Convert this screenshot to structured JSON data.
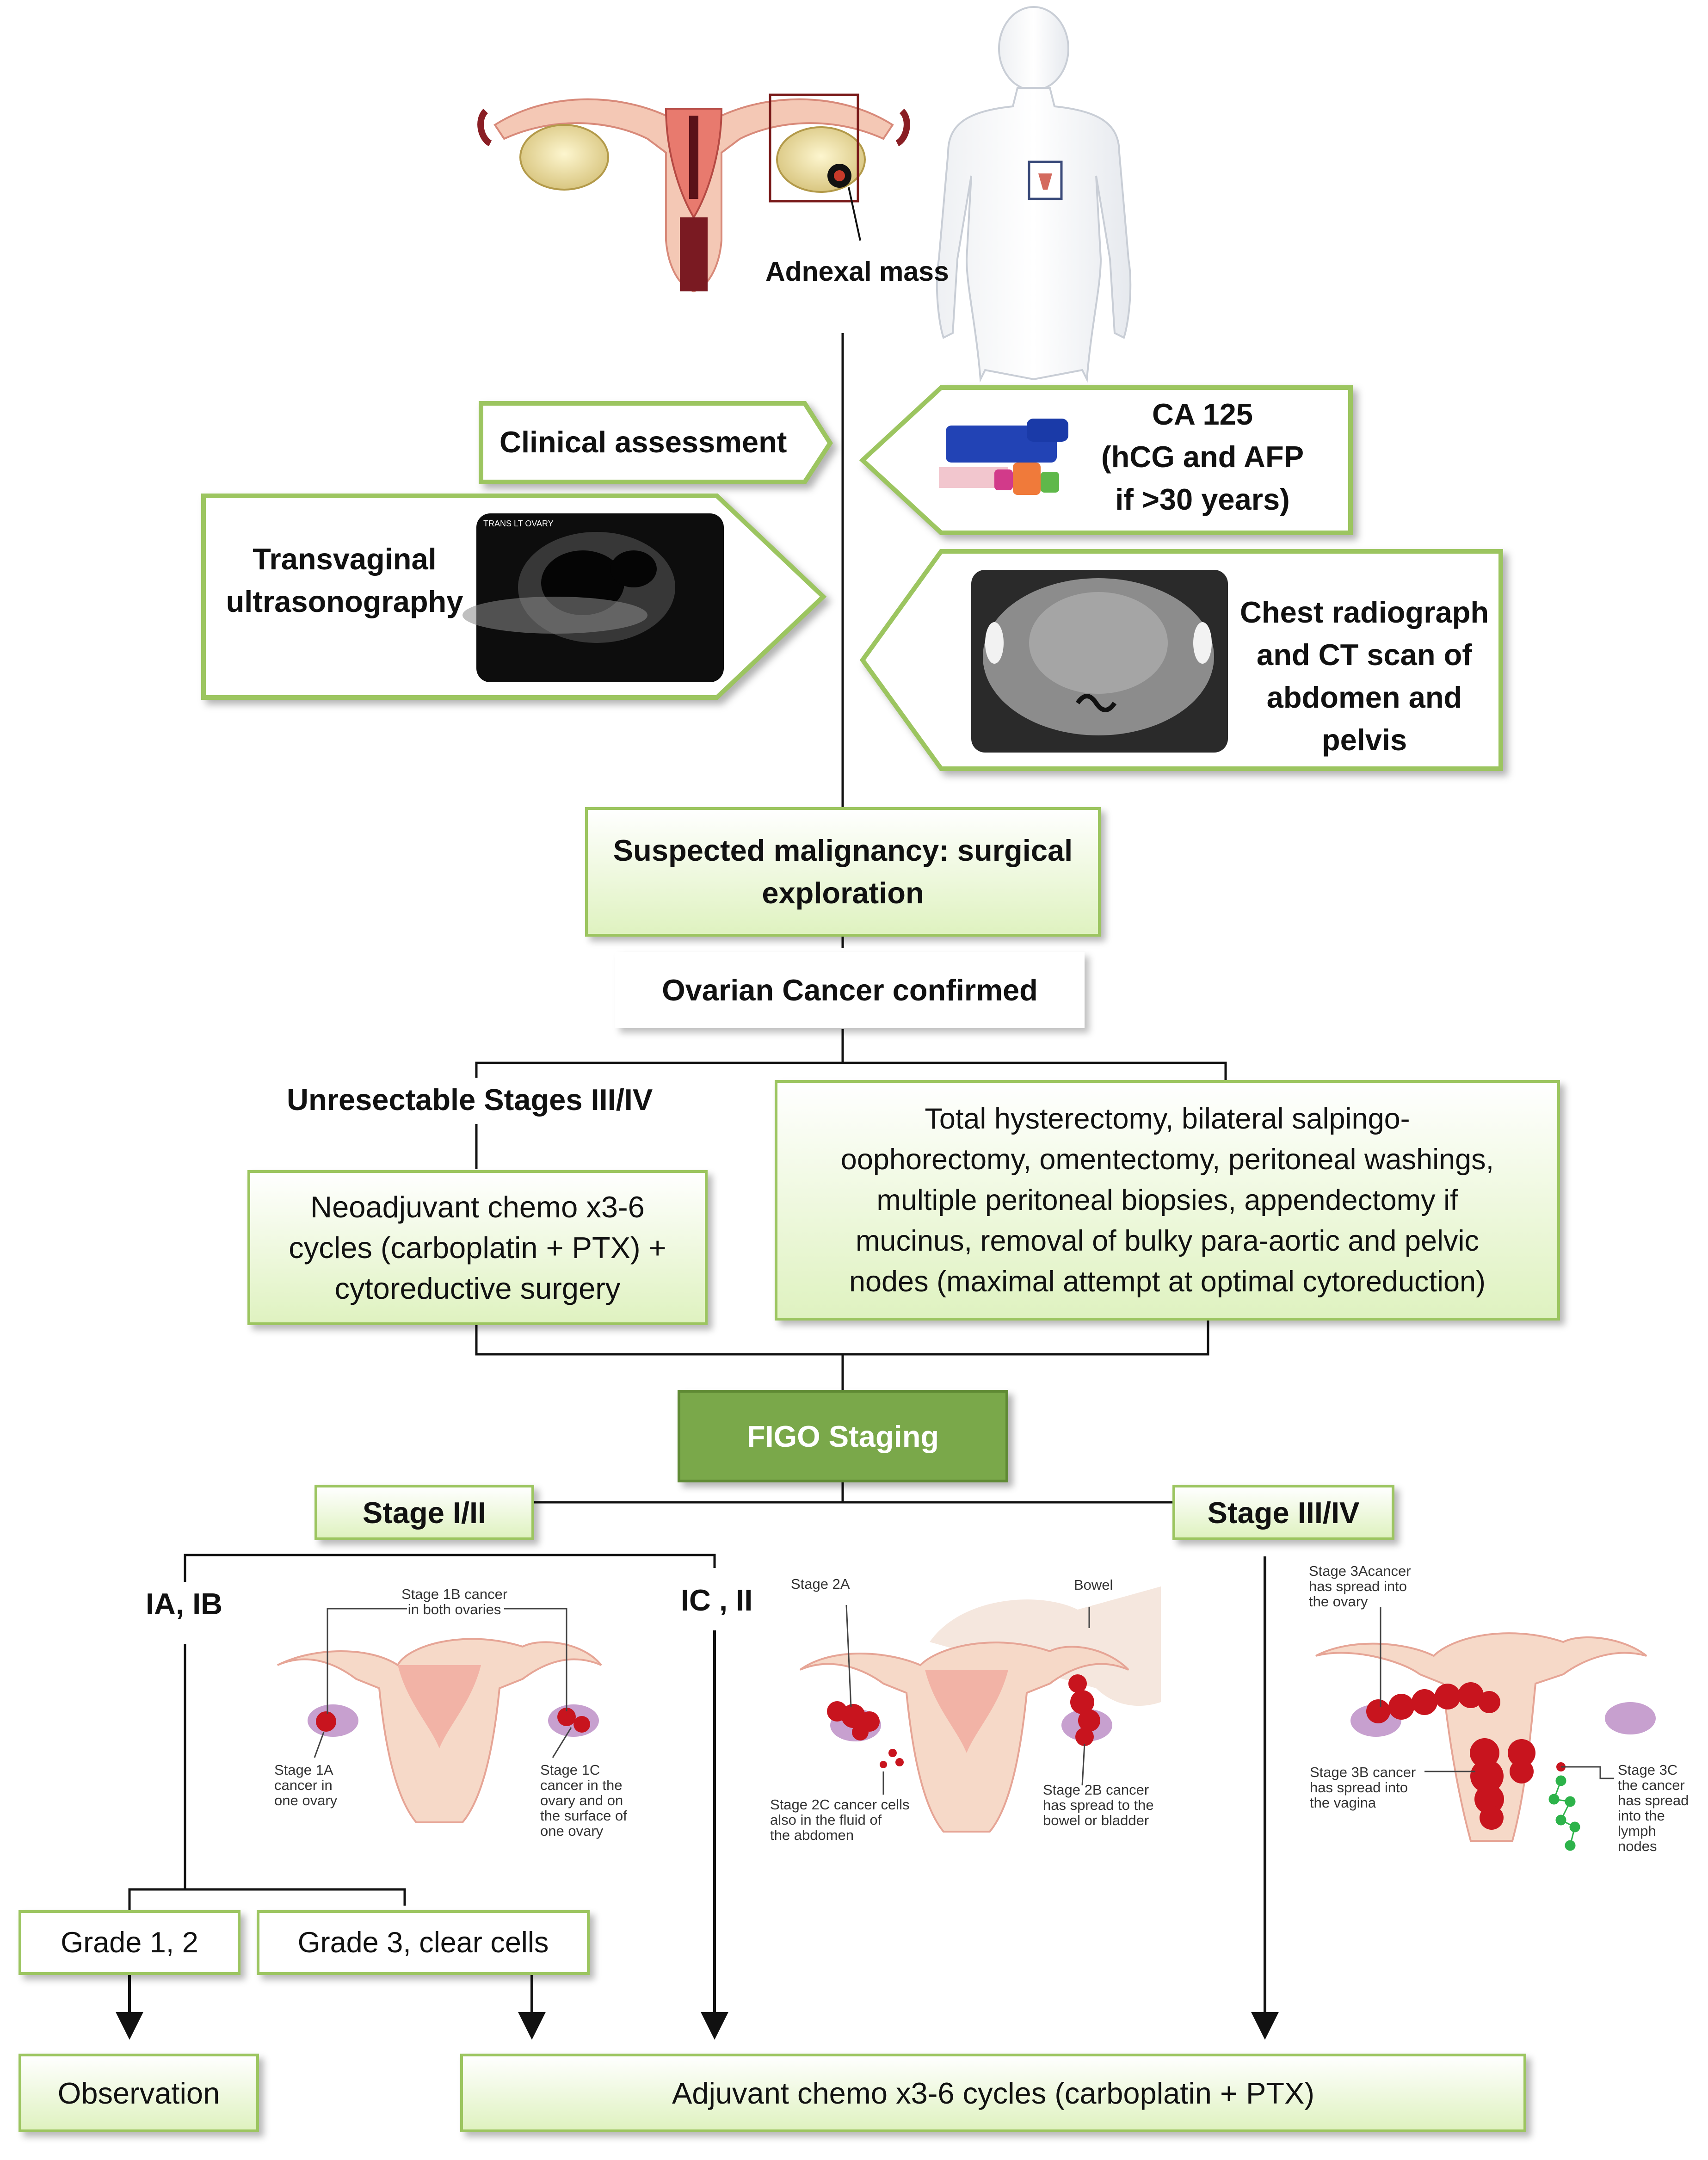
{
  "top": {
    "adnexal_label": "Adnexal mass"
  },
  "assess": {
    "clinical": "Clinical assessment",
    "tvus_line1": "Transvaginal",
    "tvus_line2": "ultrasonography",
    "us_caption": "TRANS LT OVARY",
    "ca125_line1": "CA 125",
    "ca125_line2": "(hCG and AFP",
    "ca125_line3": "if >30 years)",
    "ct_line1": "Chest radiograph",
    "ct_line2": "and CT scan of",
    "ct_line3": "abdomen and",
    "ct_line4": "pelvis"
  },
  "flow": {
    "suspected_line1": "Suspected malignancy: surgical",
    "suspected_line2": "exploration",
    "confirmed": "Ovarian Cancer confirmed",
    "unresectable": "Unresectable Stages III/IV",
    "neo_line1": "Neoadjuvant chemo x3-6",
    "neo_line2": "cycles  (carboplatin + PTX) +",
    "neo_line3": "cytoreductive surgery",
    "surg_line1": "Total hysterectomy, bilateral salpingo-",
    "surg_line2": "oophorectomy, omentectomy, peritoneal washings,",
    "surg_line3": "multiple peritoneal biopsies, appendectomy if",
    "surg_line4": "mucinus, removal of bulky para-aortic and pelvic",
    "surg_line5": "nodes  (maximal attempt at optimal cytoreduction)",
    "figo": "FIGO Staging",
    "stage12": "Stage I/II",
    "stage34": "Stage III/IV",
    "ia_ib": "IA, IB",
    "ic_ii": "IC , II",
    "grade12": "Grade 1, 2",
    "grade3": "Grade 3, clear cells",
    "observation": "Observation",
    "adjuvant": "Adjuvant chemo x3-6 cycles (carboplatin + PTX)"
  },
  "anatomy": {
    "s1b": "Stage 1B cancer\nin both ovaries",
    "s1a": "Stage 1A\ncancer in\none ovary",
    "s1c": "Stage 1C\ncancer in the\novary and on\nthe surface of\none ovary",
    "s2a": "Stage 2A",
    "bowel": "Bowel",
    "s2c": "Stage 2C cancer cells\nalso in the fluid of\nthe abdomen",
    "s2b": "Stage 2B cancer\nhas spread to the\nbowel or bladder",
    "s3a": "Stage 3Acancer\nhas spread into\nthe ovary",
    "s3b": "Stage 3B cancer\nhas spread into\nthe vagina",
    "s3c": "Stage 3C\nthe cancer\nhas spread\ninto the\nlymph\nnodes"
  },
  "colors": {
    "border_green": "#9cc560",
    "figo_fill": "#7aa84a",
    "tumor_red": "#c8141e",
    "node_green": "#2db34a"
  }
}
